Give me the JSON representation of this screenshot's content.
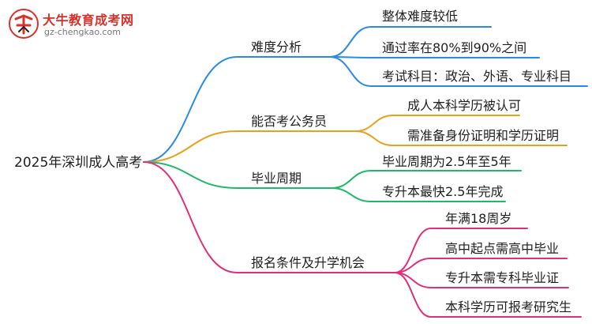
{
  "logo": {
    "title": "大牛教育成考网",
    "url": "gz-chengkao.com"
  },
  "root": {
    "label": "2025年深圳成人高考"
  },
  "colors": {
    "blue": "#2a8be6",
    "orange": "#e5a21a",
    "green": "#22b86a",
    "pink": "#e0307a"
  },
  "branches": [
    {
      "label": "难度分析",
      "children": [
        "整体难度较低",
        "通过率在80%到90%之间",
        "考试科目：政治、外语、专业科目"
      ]
    },
    {
      "label": "能否考公务员",
      "children": [
        "成人本科学历被认可",
        "需准备身份证明和学历证明"
      ]
    },
    {
      "label": "毕业周期",
      "children": [
        "毕业周期为2.5年至5年",
        "专升本最快2.5年完成"
      ]
    },
    {
      "label": "报名条件及升学机会",
      "children": [
        "年满18周岁",
        "高中起点需高中毕业",
        "专升本需专科毕业证",
        "本科学历可报考研究生"
      ]
    }
  ]
}
